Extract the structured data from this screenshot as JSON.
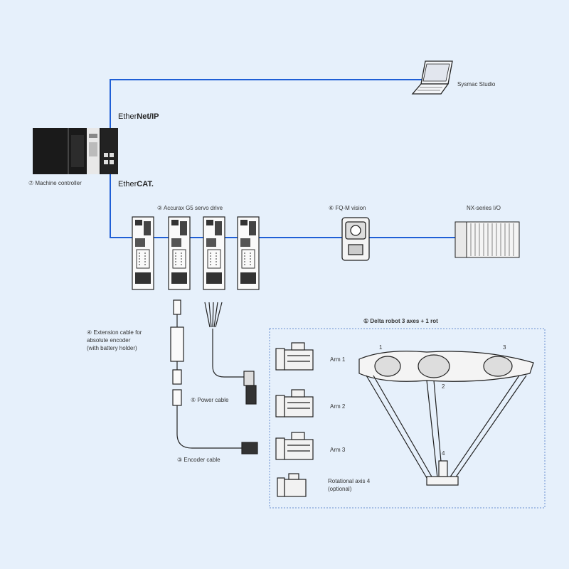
{
  "network": {
    "ethernet_ip_prefix": "Ether",
    "ethernet_ip_suffix": "Net/IP",
    "ethercat_prefix": "Ether",
    "ethercat_suffix": "CAT."
  },
  "labels": {
    "sysmac_studio": "Sysmac Studio",
    "machine_controller": "⑦ Machine controller",
    "servo_drive": "② Accurax G5 servo drive",
    "fq_vision": "⑥ FQ-M vision",
    "nx_io": "NX-series I/O",
    "extension_cable": "④ Extension cable for\nabsolute encoder\n(with battery holder)",
    "power_cable": "⑤ Power cable",
    "encoder_cable": "③ Encoder cable",
    "delta_robot": "① Delta robot 3 axes + 1 rot",
    "arm1": "Arm 1",
    "arm2": "Arm 2",
    "arm3": "Arm 3",
    "rotational_axis": "Rotational axis 4\n(optional)",
    "num1": "1",
    "num2": "2",
    "num3": "3",
    "num4": "4"
  },
  "colors": {
    "background": "#e6f0fb",
    "network_line": "#1f5fd6",
    "dotted_box": "#6a90d0"
  }
}
